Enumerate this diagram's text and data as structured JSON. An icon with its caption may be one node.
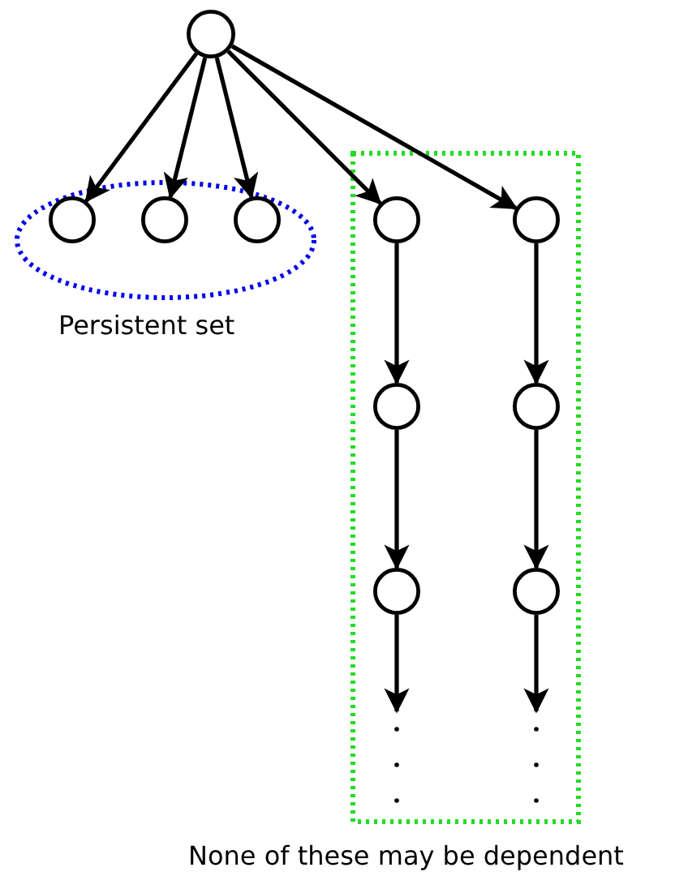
{
  "diagram": {
    "nodes": [
      {
        "text": [],
        "shape": "circle"
      },
      {
        "text": [
          "Persistent set"
        ]
      },
      {
        "text": [],
        "shape": "circle",
        "in": 1
      },
      {
        "text": [],
        "shape": "circle",
        "in": 1
      },
      {
        "text": [],
        "shape": "circle",
        "in": 1
      },
      {
        "text": [
          "None of these may be dependent"
        ]
      },
      {
        "text": [],
        "shape": "circle",
        "in": 5
      },
      {
        "text": [],
        "shape": "circle",
        "in": 5
      },
      {
        "text": [],
        "shape": "circle",
        "in": 5
      },
      {
        "text": [],
        "shape": "circle",
        "in": 5
      },
      {
        "text": [],
        "shape": "circle",
        "in": 5
      },
      {
        "text": [],
        "shape": "circle",
        "in": 5
      }
    ],
    "edges": [
      {
        "from": 0,
        "to": 2,
        "arrow": "to"
      },
      {
        "from": 0,
        "to": 3,
        "arrow": "to"
      },
      {
        "from": 0,
        "to": 4,
        "arrow": "to"
      },
      {
        "from": 0,
        "to": 6,
        "arrow": "to"
      },
      {
        "from": 0,
        "to": 7,
        "arrow": "to"
      },
      {
        "from": 6,
        "to": 8,
        "arrow": "to"
      },
      {
        "from": 8,
        "to": 10,
        "arrow": "to"
      },
      {
        "from": 10,
        "to": null,
        "arrow": "to"
      },
      {
        "from": 7,
        "to": 9,
        "arrow": "to"
      },
      {
        "from": 9,
        "to": 11,
        "arrow": "to"
      },
      {
        "from": 11,
        "to": null,
        "arrow": "to"
      }
    ]
  }
}
